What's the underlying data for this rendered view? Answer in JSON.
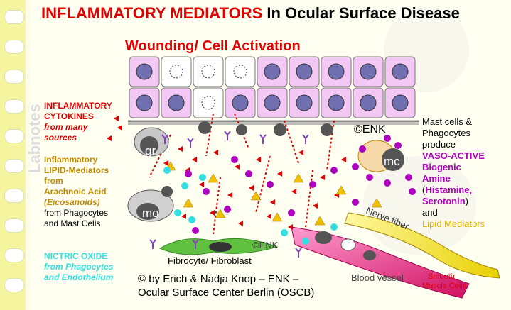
{
  "side_label": "Labnotes",
  "title": {
    "red": "INFLAMMATORY MEDIATORS",
    "black": "In Ocular Surface Disease"
  },
  "subtitle": "Wounding/ Cell Activation",
  "left": {
    "cytokines": {
      "line1": "INFLAMMATORY",
      "line2": "CYTOKINES",
      "line3": "from many",
      "line4": "sources"
    },
    "lipid": {
      "line1": "Inflammatory",
      "line2": "LIPID-Mediators",
      "line3": "from",
      "line4": "Arachnoic Acid",
      "line5": "(Eicosanoids)",
      "line6": "from Phagocytes",
      "line7": "and Mast Cells"
    },
    "no": {
      "line1": "NICTRIC OXIDE",
      "line2": "from Phagocytes",
      "line3": "and Endothelium"
    }
  },
  "right": {
    "line1": "Mast cells &",
    "line2": "Phagocytes",
    "line3": "produce",
    "line4": "VASO-ACTIVE",
    "line5": "Biogenic",
    "line6": "Amine",
    "line7_open": "(",
    "line7_name": "Histamine,",
    "line8_name": "Serotonin",
    "line8_close": ")",
    "line9": "and",
    "line10": "Lipid Mediators"
  },
  "cells": {
    "gr": "gr",
    "mc": "mc",
    "mo": "mo"
  },
  "labels": {
    "copyright_top": "©ENK",
    "copyright_mid": "©ENK",
    "fibrocyte": "Fibrocyte/  Fibroblast",
    "credit_line1": "© by Erich & Nadja Knop – ENK –",
    "credit_line2": "Ocular Surface Center Berlin (OSCB)",
    "blood_vessel": "Blood vessel",
    "nerve_fiber": "Nerve fiber",
    "smooth_line1": "Smooth",
    "smooth_line2": "Muscle Cells"
  },
  "colors": {
    "red": "#e00000",
    "gold": "#e0b000",
    "purple": "#b000c0",
    "cyan": "#30e0e0",
    "epithelium": "#f4c8f4",
    "nucleus": "#7070b0"
  }
}
